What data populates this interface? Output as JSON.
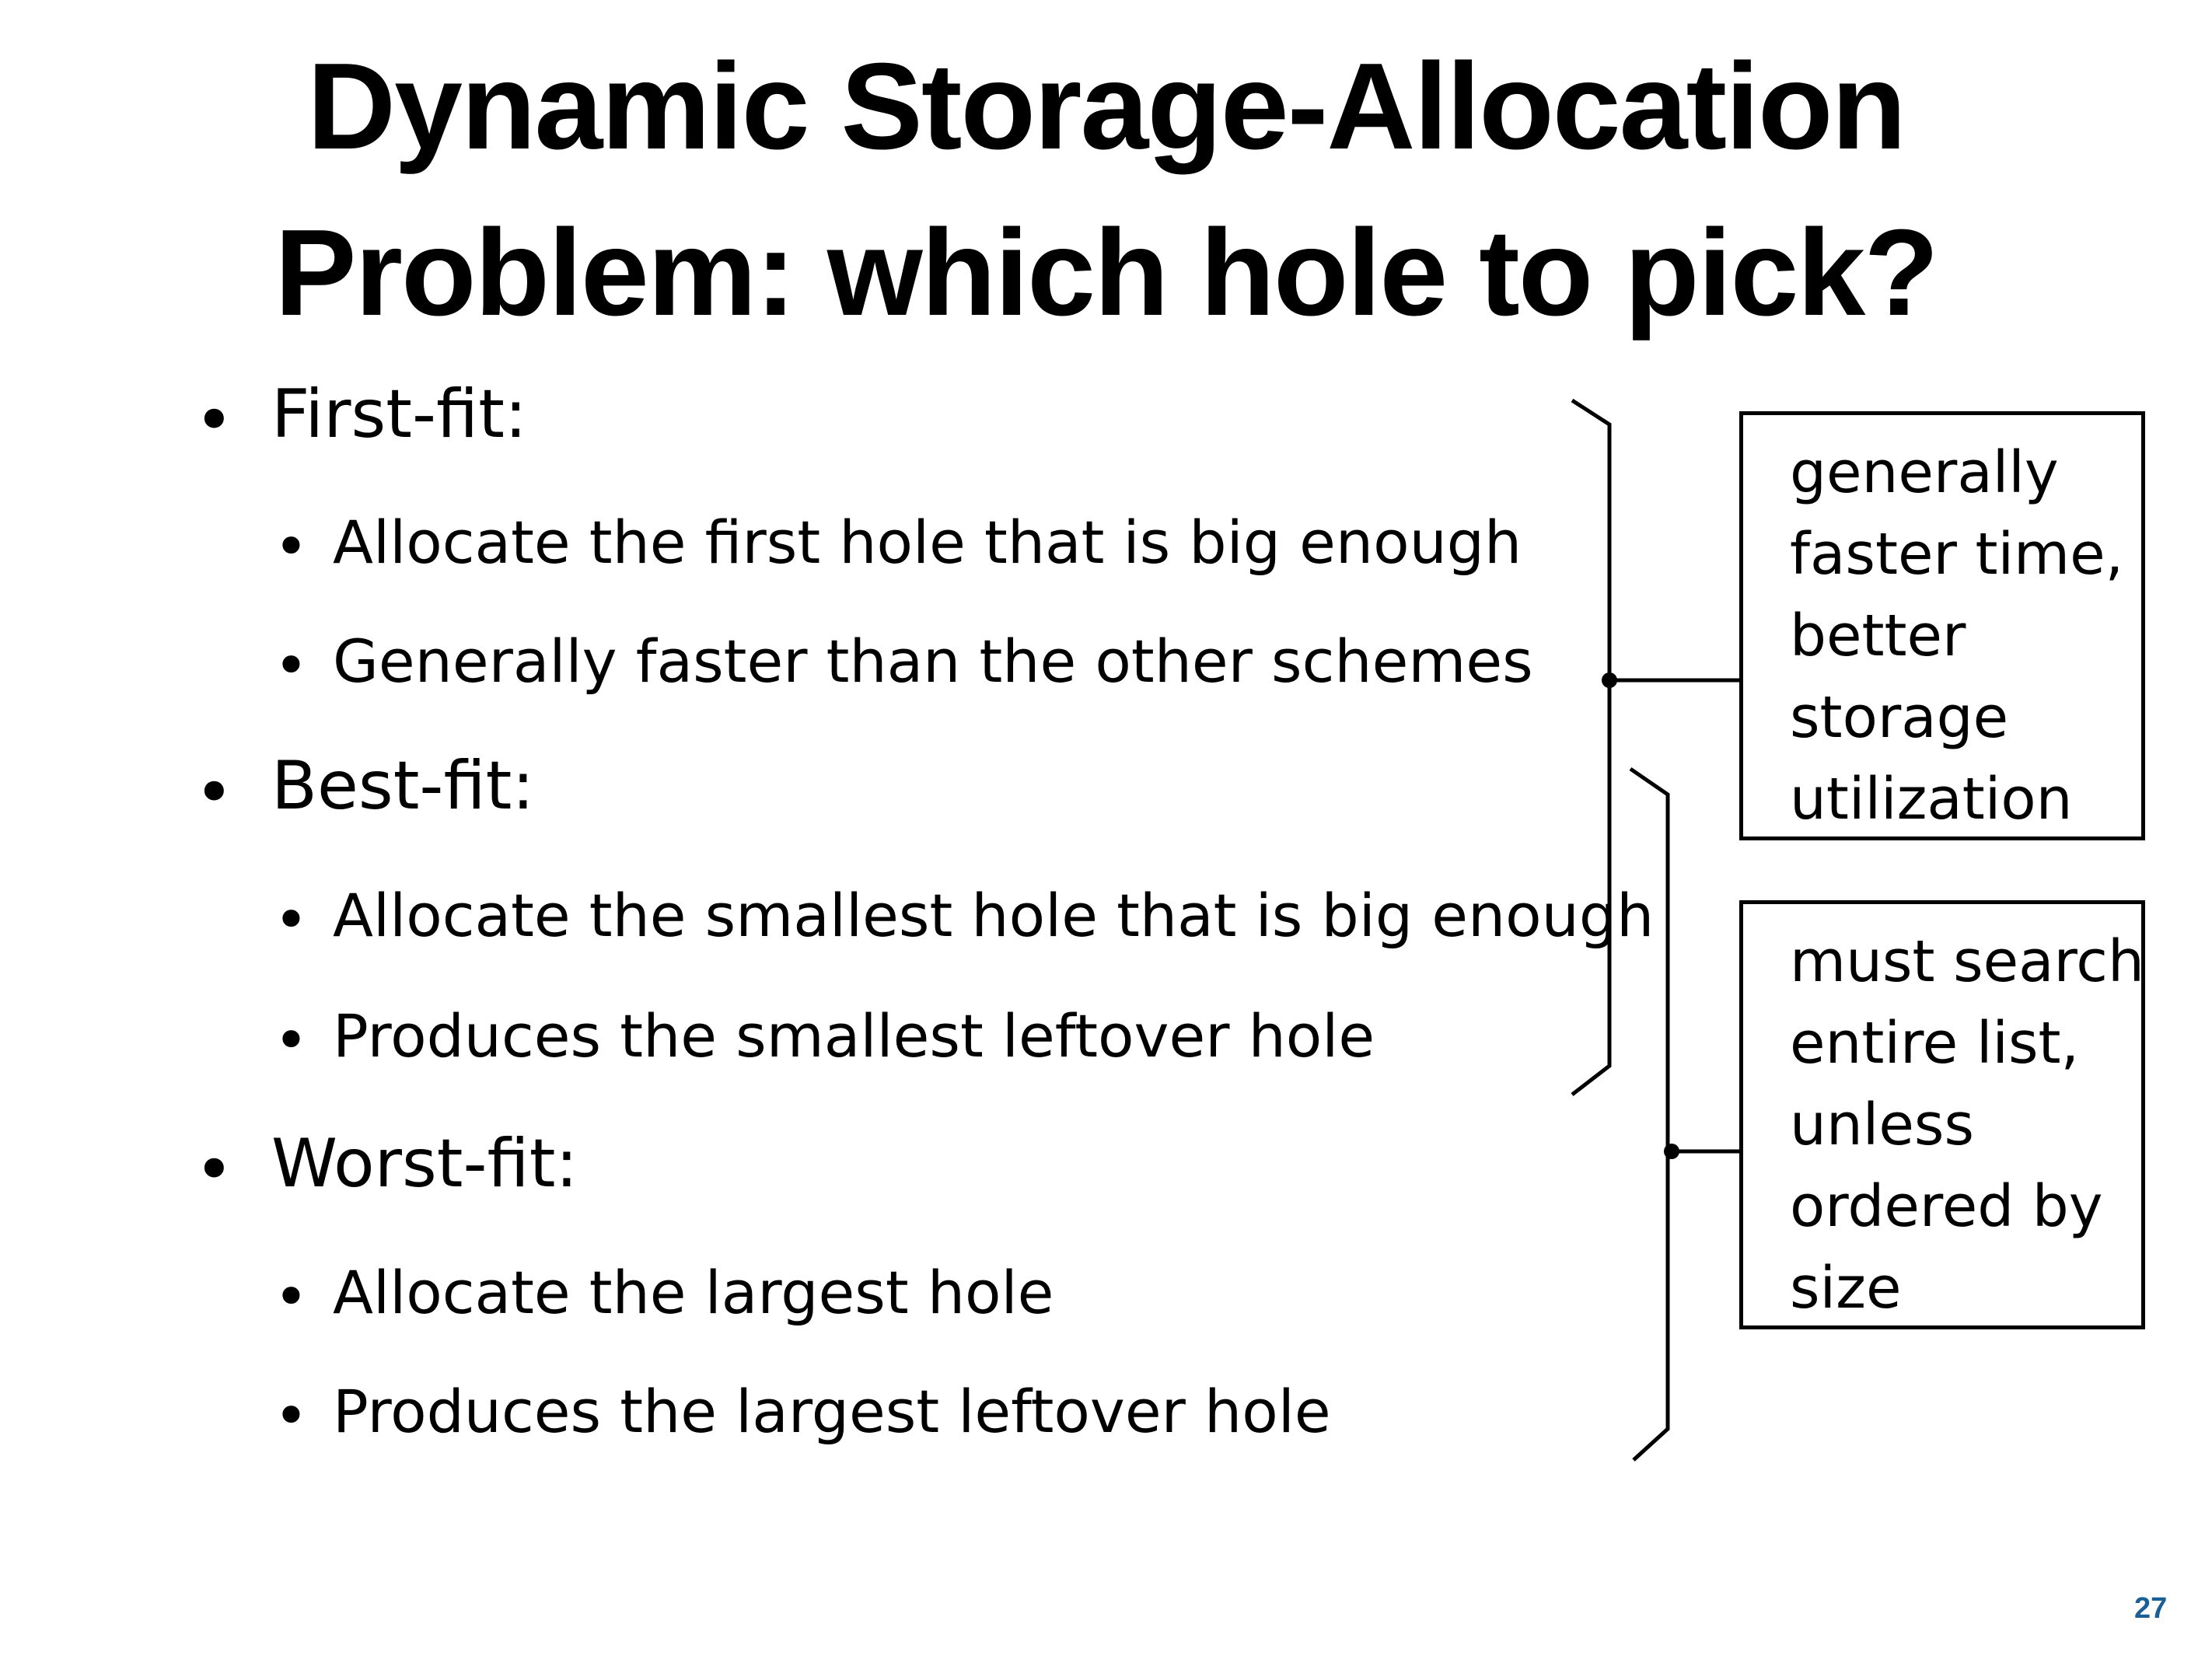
{
  "title": {
    "line1": "Dynamic Storage-Allocation",
    "line2": "Problem: which hole to pick?"
  },
  "bullets": [
    {
      "label": "First-fit:",
      "subs": [
        "Allocate the first hole that is big enough",
        "Generally faster than the other schemes"
      ]
    },
    {
      "label": "Best-fit:",
      "subs": [
        "Allocate the smallest hole that is big enough",
        "Produces the smallest leftover hole"
      ]
    },
    {
      "label": "Worst-fit:",
      "subs": [
        "Allocate the largest hole",
        "Produces the largest leftover hole"
      ]
    }
  ],
  "bullet_char": "•",
  "callouts": [
    {
      "lines": [
        "generally",
        "faster time,",
        "better",
        "storage",
        "utilization"
      ]
    },
    {
      "lines": [
        "must search",
        "entire list,",
        "unless",
        "ordered by",
        "size"
      ]
    }
  ],
  "page_number": "27",
  "colors": {
    "page_number": "#1a5f96"
  }
}
